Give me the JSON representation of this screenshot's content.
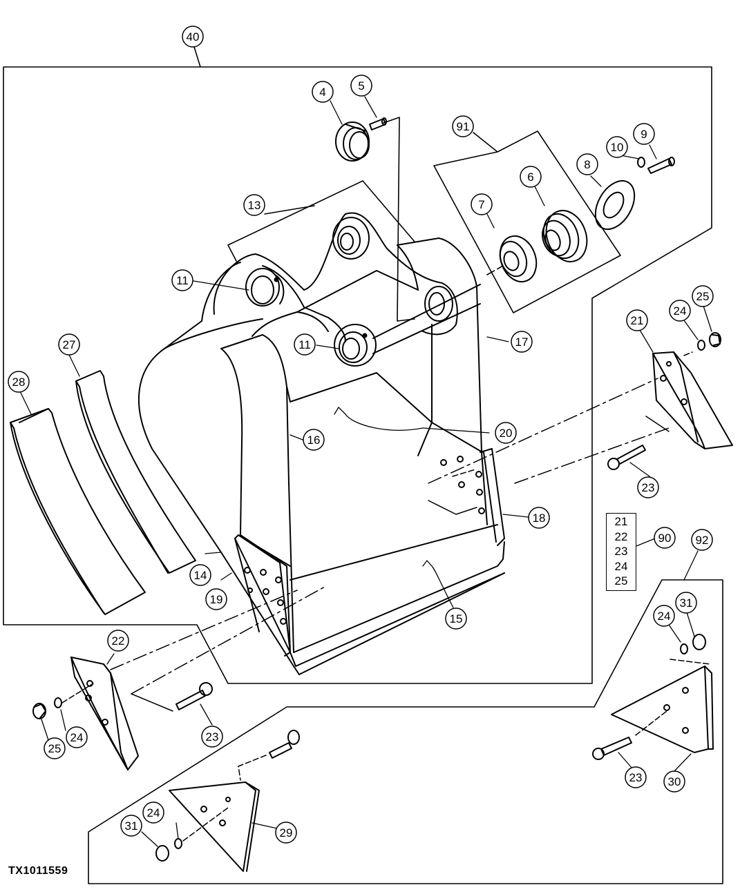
{
  "figure_id": "TX1011559",
  "callouts": {
    "c40": "40",
    "c4": "4",
    "c5": "5",
    "c91": "91",
    "c9": "9",
    "c10": "10",
    "c8": "8",
    "c6": "6",
    "c7": "7",
    "c13": "13",
    "c11a": "11",
    "c11b": "11",
    "c17": "17",
    "c25a": "25",
    "c24a": "24",
    "c21": "21",
    "c27": "27",
    "c28": "28",
    "c16": "16",
    "c20": "20",
    "c23a": "23",
    "c18": "18",
    "c90": "90",
    "c92": "92",
    "c14": "14",
    "c19": "19",
    "c15": "15",
    "c31a": "31",
    "c24b": "24",
    "c22": "22",
    "c23b": "23",
    "c25b": "25",
    "c24c": "24",
    "c30": "30",
    "c23c": "23",
    "c29": "29",
    "c24d": "24",
    "c31b": "31"
  },
  "kit_list": [
    "21",
    "22",
    "23",
    "24",
    "25"
  ]
}
